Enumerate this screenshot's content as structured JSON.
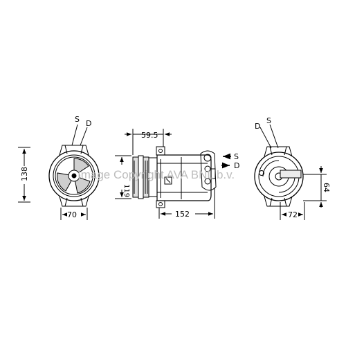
{
  "watermark": "Image Copyright AVA BNL b.v.",
  "front_view": {
    "label_suction": "S",
    "label_discharge": "D",
    "dim_height": "138",
    "dim_width": "70"
  },
  "side_view": {
    "dim_pulley_offset": "59.5",
    "dim_height": "119",
    "dim_length": "152",
    "port_suction": "S",
    "port_discharge": "D"
  },
  "rear_view": {
    "label_discharge": "D",
    "label_suction": "S",
    "dim_height": "64",
    "dim_width": "72"
  }
}
